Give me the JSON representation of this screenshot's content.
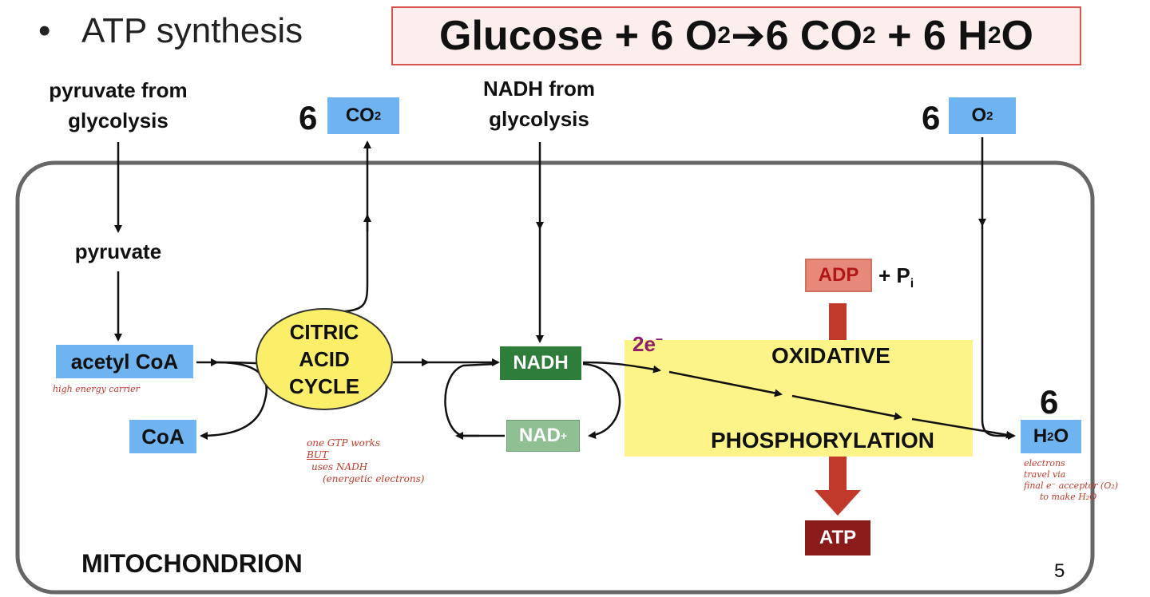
{
  "header": {
    "bullet": "•",
    "title": "ATP synthesis",
    "equation": {
      "part1": "Glucose + 6 O",
      "sub1": "2",
      "arrow": "➔",
      "part2": "6 CO",
      "sub2": "2",
      "part3": " + 6 H",
      "sub3": "2",
      "part4": "O"
    }
  },
  "diagram": {
    "pyruvate_from_glycolysis": [
      "pyruvate from",
      "glycolysis"
    ],
    "pyruvate": "pyruvate",
    "acetyl_coa": "acetyl CoA",
    "acetyl_note": "high energy carrier",
    "coa": "CoA",
    "co2_count": "6",
    "co2": "CO",
    "co2_sub": "2",
    "citric_acid_cycle": [
      "CITRIC",
      "ACID",
      "CYCLE"
    ],
    "citric_note": [
      "one GTP works",
      "BUT",
      "uses NADH",
      "(energetic electrons)"
    ],
    "nadh_from_glycolysis": [
      "NADH from",
      "glycolysis"
    ],
    "nadh": "NADH",
    "nad_plus": "NAD",
    "nad_sup": "+",
    "electrons": "2e",
    "electrons_sup": "−",
    "adp": "ADP",
    "plus_pi": "+ P",
    "pi_sub": "i",
    "oxidative": "OXIDATIVE",
    "phosphorylation": "PHOSPHORYLATION",
    "atp": "ATP",
    "o2_count": "6",
    "o2": "O",
    "o2_sub": "2",
    "h2o_count": "6",
    "h2o": "H",
    "h2o_sub": "2",
    "h2o_tail": "O",
    "h2o_note": [
      "electrons",
      "travel via",
      "final e⁻ acceptor (O₂)",
      "to make H₂O"
    ],
    "mitochondrion": "MITOCHONDRION"
  },
  "slide_number": "5",
  "colors": {
    "blue_box": "#6fb3f0",
    "yellow": "#fbef6a",
    "dark_green": "#2e7d3a",
    "light_green": "#8fbf93",
    "red": "#c0392b",
    "dark_red": "#8b1a1a"
  }
}
